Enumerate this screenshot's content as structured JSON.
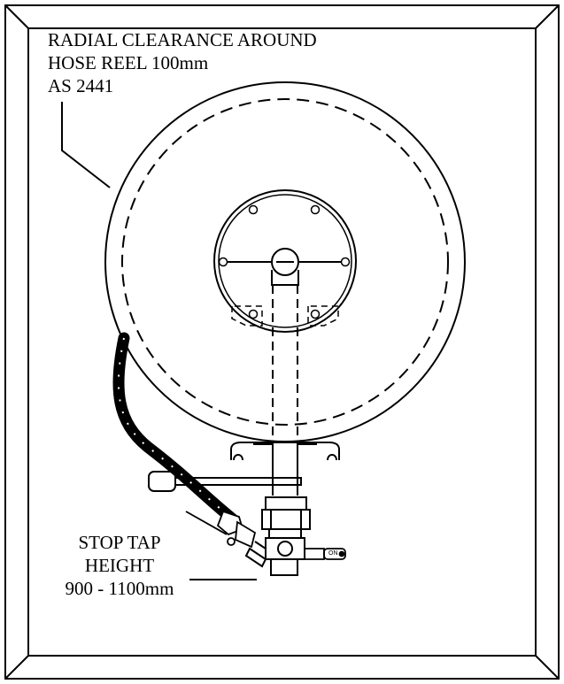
{
  "clearance_label": {
    "line1": "RADIAL CLEARANCE AROUND",
    "line2": "HOSE REEL 100mm",
    "line3": "AS 2441"
  },
  "stop_tap_label": {
    "line1": "STOP TAP",
    "line2": "HEIGHT",
    "line3": "900 - 1100mm"
  },
  "valve_on_label": "ON",
  "icons": [
    "hose-reel-drum-icon",
    "hose-icon",
    "stop-tap-valve-icon",
    "nozzle-icon"
  ],
  "colors": {
    "line": "#000000",
    "background": "#ffffff",
    "frame_bevel": "#ffffff"
  }
}
